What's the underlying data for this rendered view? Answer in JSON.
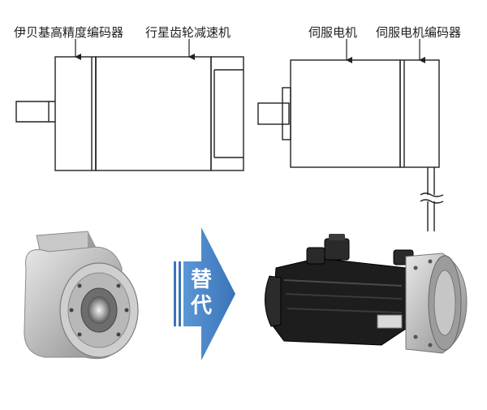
{
  "labels": {
    "encoder_left": "伊贝基高精度编码器",
    "gearbox": "行星齿轮减速机",
    "servo_motor": "伺服电机",
    "servo_encoder": "伺服电机编码器"
  },
  "arrow": {
    "char1": "替",
    "char2": "代",
    "color": "#4a86c8"
  }
}
